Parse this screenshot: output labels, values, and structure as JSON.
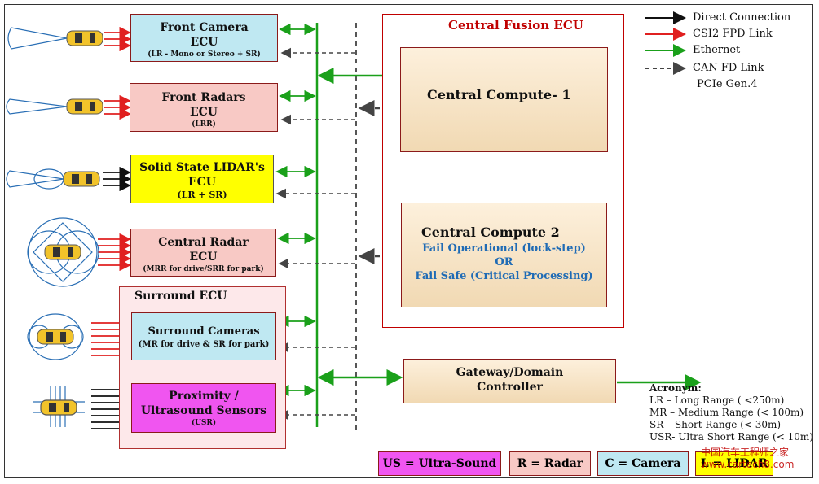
{
  "front_camera": {
    "title": "Front Camera",
    "subtitle": "ECU",
    "detail": "(LR - Mono or Stereo +  SR)"
  },
  "front_radars": {
    "title": "Front Radars",
    "subtitle": "ECU",
    "detail": "(LRR)"
  },
  "lidar": {
    "title": "Solid State LIDAR's",
    "subtitle": "ECU",
    "detail": "(LR  + SR)"
  },
  "central_radar": {
    "title": "Central Radar",
    "subtitle": "ECU",
    "detail": "(MRR for drive/SRR for park)"
  },
  "surround_ecu": {
    "title": "Surround  ECU"
  },
  "surround_cameras": {
    "title": "Surround Cameras",
    "detail": "(MR for drive & SR for park)"
  },
  "proximity": {
    "title1": "Proximity /",
    "title2": "Ultrasound Sensors",
    "detail": "(USR)"
  },
  "central_fusion": {
    "title": "Central Fusion ECU"
  },
  "compute1": {
    "title": "Central Compute- 1"
  },
  "compute2": {
    "title": "Central Compute 2",
    "line1": "Fail Operational (lock-step)",
    "line2": "OR",
    "line3": "Fail Safe (Critical Processing)"
  },
  "gateway": {
    "line1": "Gateway/Domain",
    "line2": "Controller"
  },
  "legend": [
    "Direct Connection",
    "CSI2 FPD Link",
    "Ethernet",
    "CAN FD Link",
    "PCIe Gen.4"
  ],
  "acronyms": {
    "title": "Acronym:",
    "items": [
      "LR – Long Range ( <250m)",
      "MR – Medium Range (< 100m)",
      "SR – Short Range (< 30m)",
      "USR- Ultra Short Range (< 10m)"
    ]
  },
  "key": {
    "us": "US = Ultra-Sound",
    "r": "R = Radar",
    "c": "C = Camera",
    "l": "L = LIDAR"
  },
  "watermark": "中国汽车工程师之家 www.cartech8.com",
  "colors": {
    "camera": "#bfe8f2",
    "radar": "#f8c9c5",
    "lidar": "#ffff00",
    "ultrasound": "#f055f0",
    "ethernet": "#1aa01a",
    "csi2": "#e02020",
    "pcie": "#7b3fb0",
    "fusion_border": "#c00000",
    "title_red": "#c00000"
  }
}
